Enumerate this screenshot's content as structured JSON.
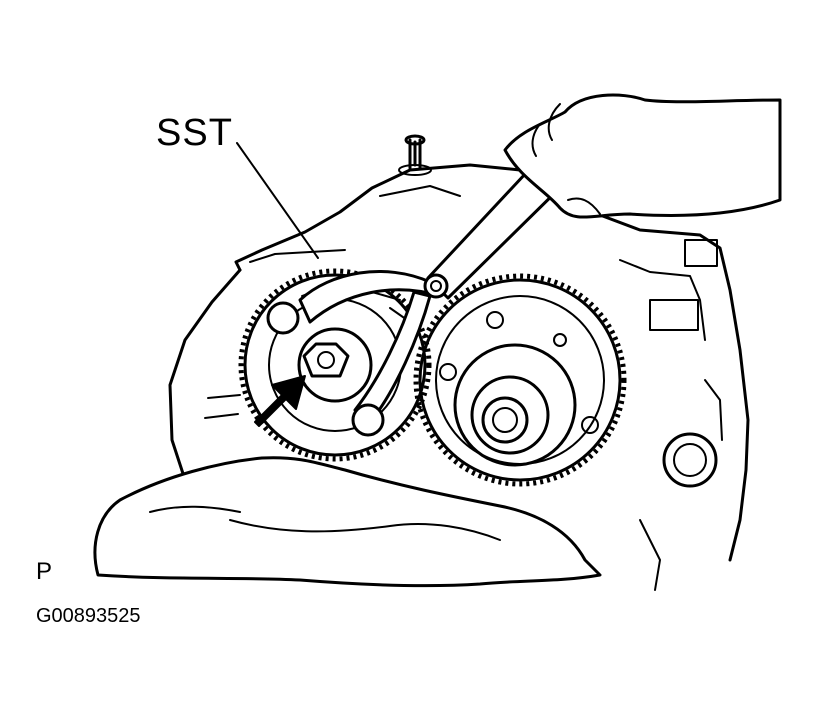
{
  "figure": {
    "callout_label": "SST",
    "view_code": "P",
    "figure_id": "G00893525"
  },
  "colors": {
    "ink": "#000000",
    "paper": "#ffffff"
  }
}
